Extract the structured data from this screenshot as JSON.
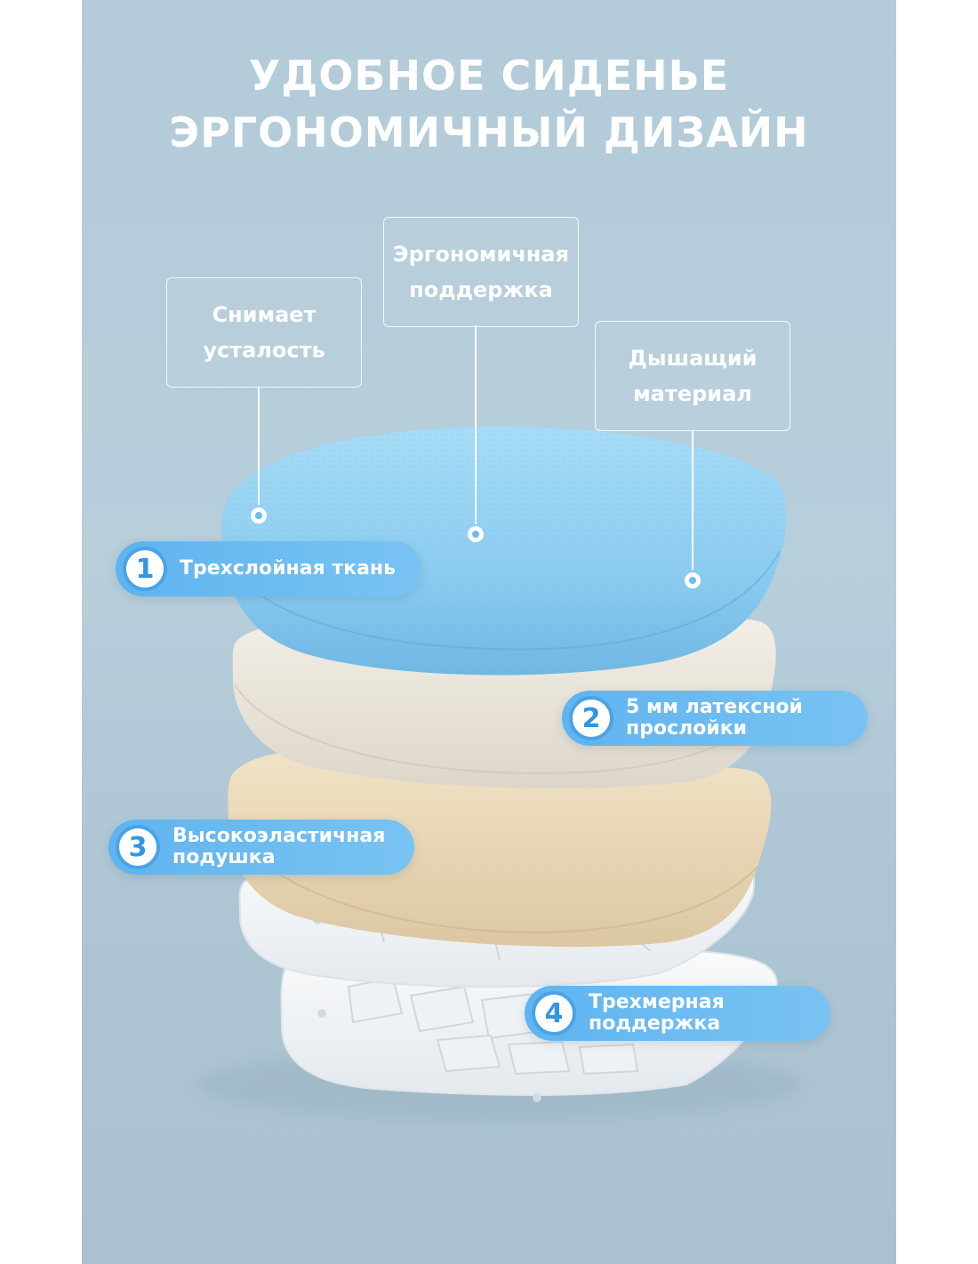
{
  "headline": {
    "line1": "УДОБНОЕ СИДЕНЬЕ",
    "line2": "ЭРГОНОМИЧНЫЙ ДИЗАЙН"
  },
  "callouts": [
    {
      "line1": "Снимает",
      "line2": "усталость"
    },
    {
      "line1": "Эргономичная",
      "line2": "поддержка"
    },
    {
      "line1": "Дышащий",
      "line2": "материал"
    }
  ],
  "layers": [
    {
      "number": "1",
      "line1": "Трехслойная ткань",
      "line2": ""
    },
    {
      "number": "2",
      "line1": "5 мм латексной",
      "line2": "прослойки"
    },
    {
      "number": "3",
      "line1": "Высокоэластичная",
      "line2": "подушка"
    },
    {
      "number": "4",
      "line1": "Трехмерная",
      "line2": "поддержка"
    }
  ],
  "colors": {
    "background": "#b3cbd9",
    "fabric_layer": "#8ecdf0",
    "latex_layer": "#eee9e0",
    "foam_layer": "#ecdcbf",
    "support_layer": "#f3f5f7",
    "badge_accent": "#3296e2"
  }
}
